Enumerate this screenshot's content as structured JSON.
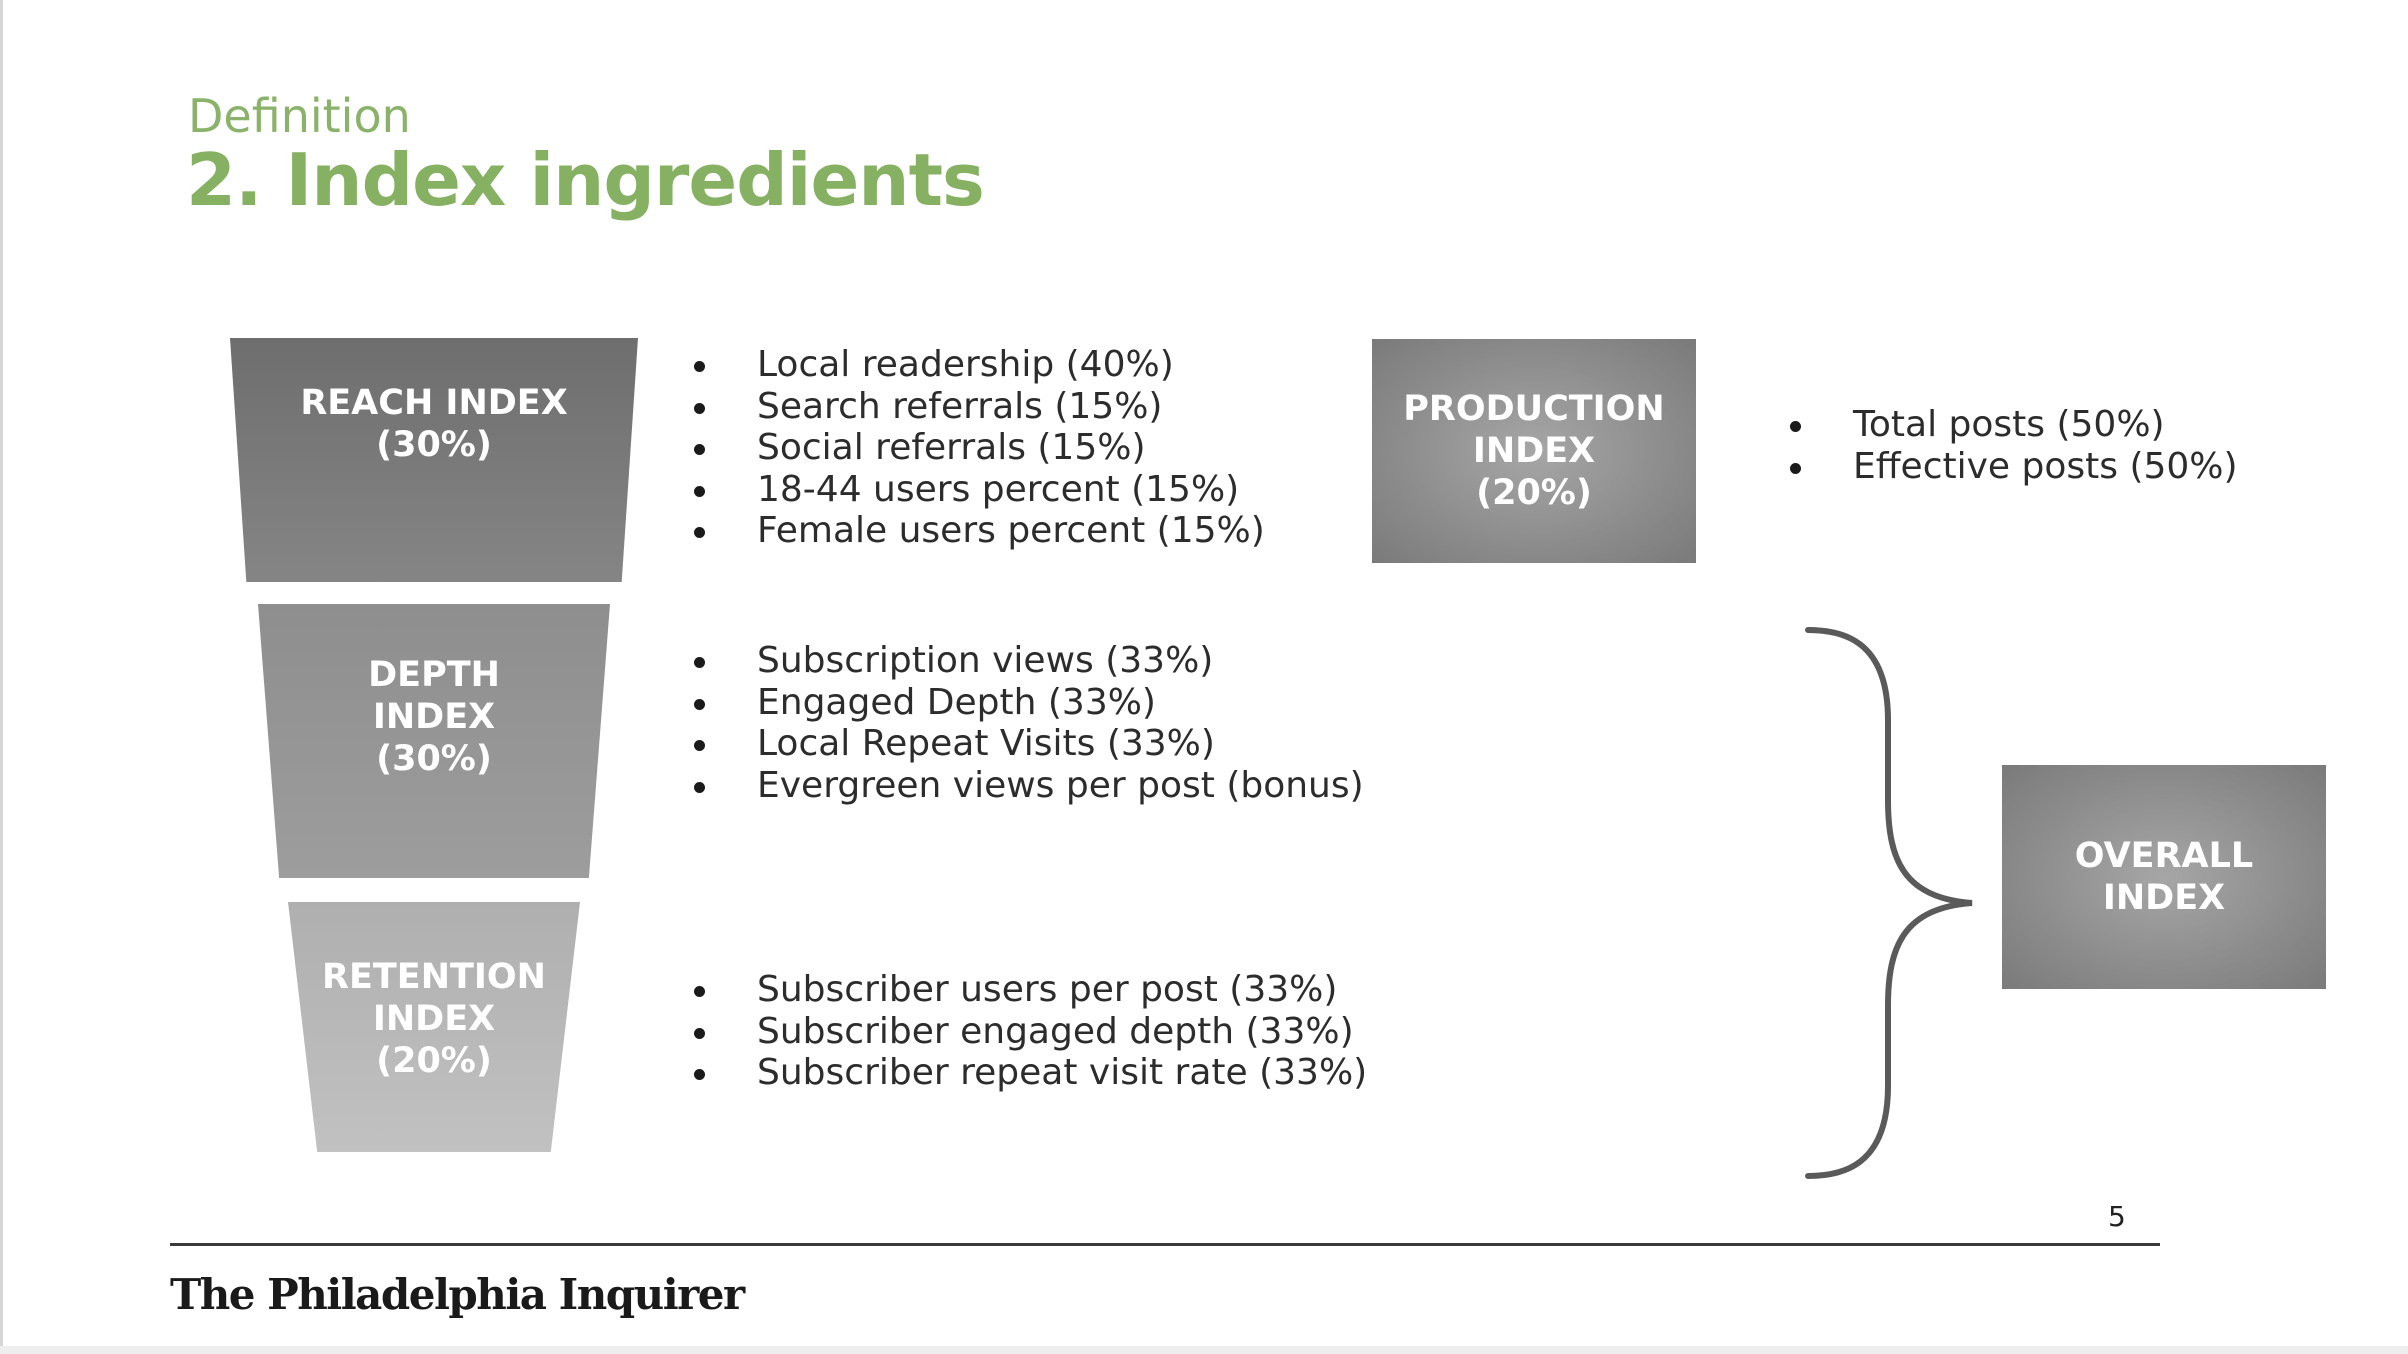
{
  "header": {
    "subtitle": "Definition",
    "title": "2. Index ingredients"
  },
  "funnel": {
    "reach": {
      "line1": "REACH INDEX",
      "line2": "(30%)"
    },
    "depth": {
      "line1": "DEPTH",
      "line2": "INDEX",
      "line3": "(30%)"
    },
    "retention": {
      "line1": "RETENTION",
      "line2": "INDEX",
      "line3": "(20%)"
    }
  },
  "lists": {
    "reach": [
      "Local readership (40%)",
      "Search referrals (15%)",
      "Social referrals (15%)",
      "18-44 users percent (15%)",
      "Female users percent (15%)"
    ],
    "depth": [
      "Subscription views  (33%)",
      "Engaged Depth (33%)",
      "Local Repeat Visits (33%)",
      "Evergreen views per post (bonus)"
    ],
    "retention": [
      "Subscriber users per post (33%)",
      "Subscriber engaged depth (33%)",
      "Subscriber repeat visit rate  (33%)"
    ],
    "production": [
      "Total posts (50%)",
      "Effective posts (50%)"
    ]
  },
  "production_box": {
    "line1": "PRODUCTION",
    "line2": "INDEX",
    "line3": "(20%)"
  },
  "overall_box": {
    "line1": "OVERALL",
    "line2": "INDEX"
  },
  "footer": {
    "page_number": "5",
    "logo_text": "The Philadelphia Inquirer"
  },
  "colors": {
    "title_green": "#86b062",
    "dark_gray": "#6e6e6e",
    "mid_gray": "#8e8e8e",
    "light_gray": "#afafaf"
  }
}
